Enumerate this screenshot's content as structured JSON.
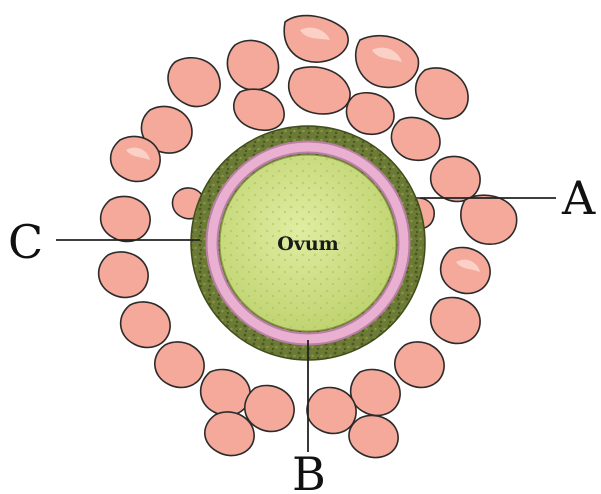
{
  "center_label": "Ovum",
  "labels": {
    "a": "A",
    "b": "B",
    "c": "C"
  },
  "colors": {
    "follicle_cells": "#f5a99a",
    "granular_layer": "#5e6e2c",
    "membrane_ring": "#e6a3c6",
    "ovum_cytoplasm": "#cfe08a"
  }
}
